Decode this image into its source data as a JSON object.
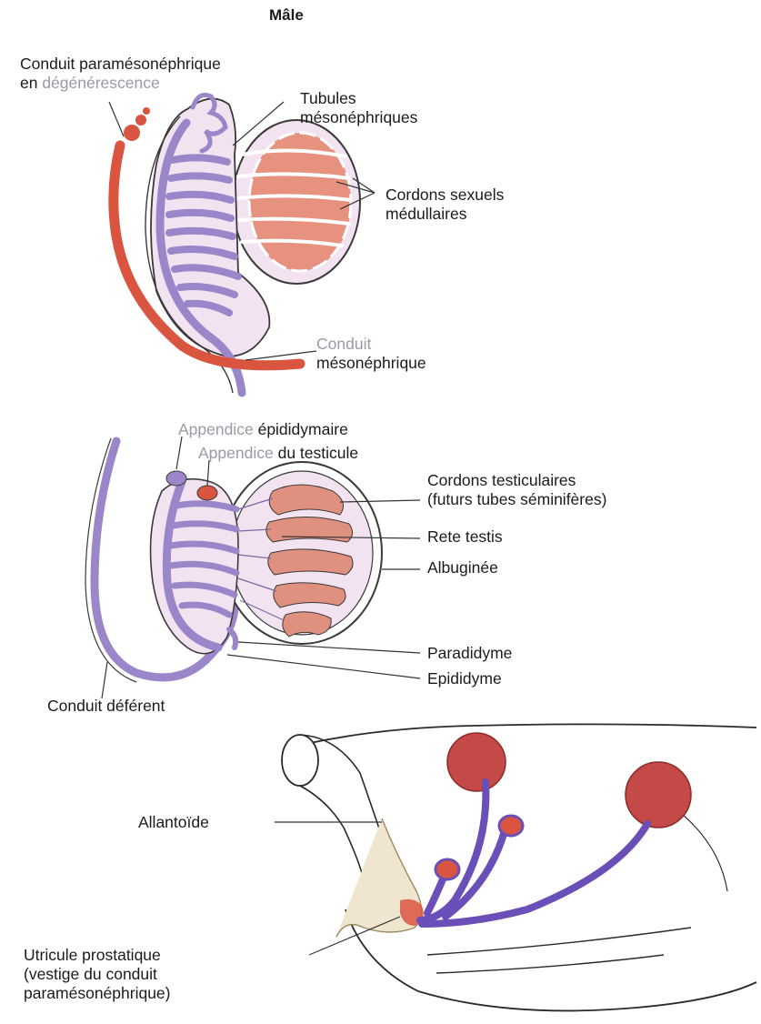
{
  "title": "Mâle",
  "colors": {
    "paramesonephric": "#d9553f",
    "mesonephric": "#9a86c8",
    "tissue": "#f3e3f0",
    "cords": "#e0907f",
    "grey_text": "#9a9aa6"
  },
  "panel1": {
    "paramesonephric_duct": {
      "line1": "Conduit paramésonéphrique",
      "line2_prefix": "en ",
      "line2_grey": "dégénérescence"
    },
    "mesonephric_tubules": {
      "line1": "Tubules",
      "line2": "mésonéphriques"
    },
    "medullary_cords": {
      "line1": "Cordons sexuels",
      "line2": "médullaires"
    },
    "mesonephric_duct": {
      "line1_grey": "Conduit",
      "line2": "mésonéphrique"
    }
  },
  "panel2": {
    "epididymal_appendix": {
      "grey": "Appendice",
      "text": " épididymaire"
    },
    "testis_appendix": {
      "grey": "Appendice",
      "text": " du testicule"
    },
    "testis_cords": {
      "line1": "Cordons testiculaires",
      "line2": "(futurs tubes séminifères)"
    },
    "rete_testis": "Rete testis",
    "albuginea": "Albuginée",
    "paradidymis": "Paradidyme",
    "epididymis": "Epididyme",
    "vas_deferens": "Conduit déférent"
  },
  "panel3": {
    "allantois": "Allantoïde",
    "prostatic_utricle": {
      "line1": "Utricule prostatique",
      "line2": "(vestige du conduit",
      "line3": "paramésonéphrique)"
    }
  }
}
